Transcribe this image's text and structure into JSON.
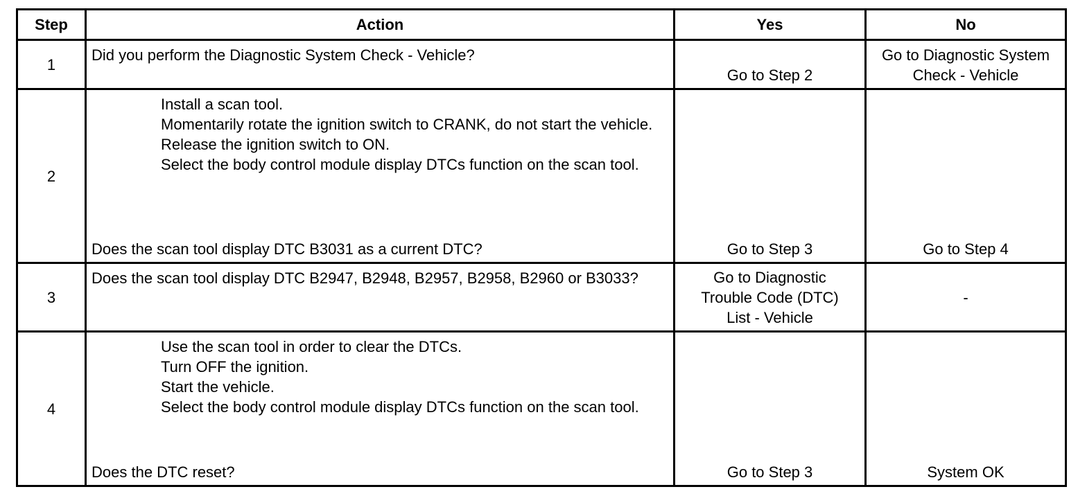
{
  "header": {
    "step": "Step",
    "action": "Action",
    "yes": "Yes",
    "no": "No"
  },
  "rows": [
    {
      "step": "1",
      "question": "Did you perform the Diagnostic System Check - Vehicle?",
      "yes": "Go to Step 2",
      "no_lines": [
        "Go to Diagnostic System",
        "Check - Vehicle"
      ]
    },
    {
      "step": "2",
      "instructions": [
        "Install a scan tool.",
        "Momentarily rotate the ignition switch to CRANK, do not start the vehicle.",
        "Release the ignition switch to ON.",
        "Select the body control module display DTCs function on the scan tool."
      ],
      "question": "Does the scan tool display DTC B3031 as a current DTC?",
      "yes": "Go to Step 3",
      "no": "Go to Step 4"
    },
    {
      "step": "3",
      "question": "Does the scan tool display DTC B2947, B2948, B2957, B2958, B2960 or B3033?",
      "yes_lines": [
        "Go to Diagnostic",
        "Trouble Code (DTC)",
        "List - Vehicle"
      ],
      "no": "-"
    },
    {
      "step": "4",
      "instructions": [
        "Use the scan tool in order to clear the DTCs.",
        "Turn OFF the ignition.",
        "Start the vehicle.",
        "Select the body control module display DTCs function on the scan tool."
      ],
      "question": "Does the DTC reset?",
      "yes": "Go to Step 3",
      "no": "System OK"
    }
  ]
}
